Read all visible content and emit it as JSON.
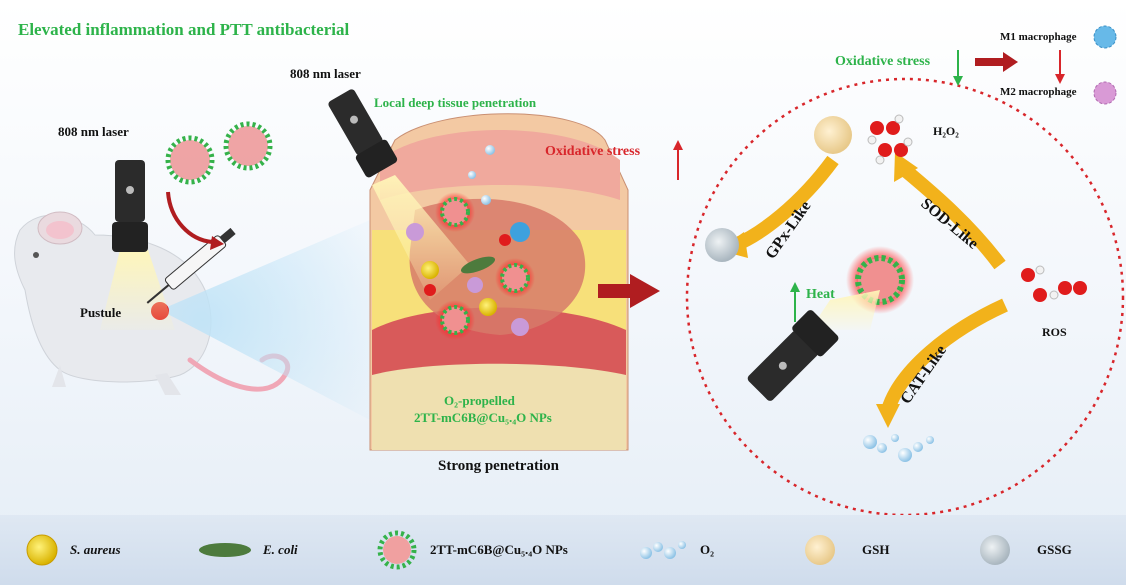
{
  "title": "Elevated inflammation and PTT antibacterial",
  "left_panel": {
    "laser_left": "808 nm laser",
    "laser_mid": "808 nm laser",
    "pustule": "Pustule",
    "penetration_note": "Local deep tissue penetration",
    "oxidative_up": "Oxidative stress",
    "nps_line1": "O₂-propelled",
    "nps_line2": "2TT-mC6B@Cu₅.₄O NPs",
    "caption": "Strong penetration"
  },
  "right_panel": {
    "oxidative_down": "Oxidative stress",
    "m1": "M1 macrophage",
    "m2": "M2 macrophage",
    "h2o2": "H₂O₂",
    "gpx": "GPx-Like",
    "sod": "SOD-Like",
    "cat": "CAT-Like",
    "heat": "Heat",
    "ros": "ROS"
  },
  "legend": {
    "s_aureus": "S. aureus",
    "e_coli": "E. coli",
    "nps": "2TT-mC6B@Cu₅.₄O NPs",
    "o2": "O₂",
    "gsh": "GSH",
    "gssg": "GSSG"
  },
  "colors": {
    "green": "#2db34a",
    "red": "#d8262b",
    "arrow_yellow": "#f2b21b",
    "np_red": "#e3312f",
    "np_green": "#35b24a"
  }
}
